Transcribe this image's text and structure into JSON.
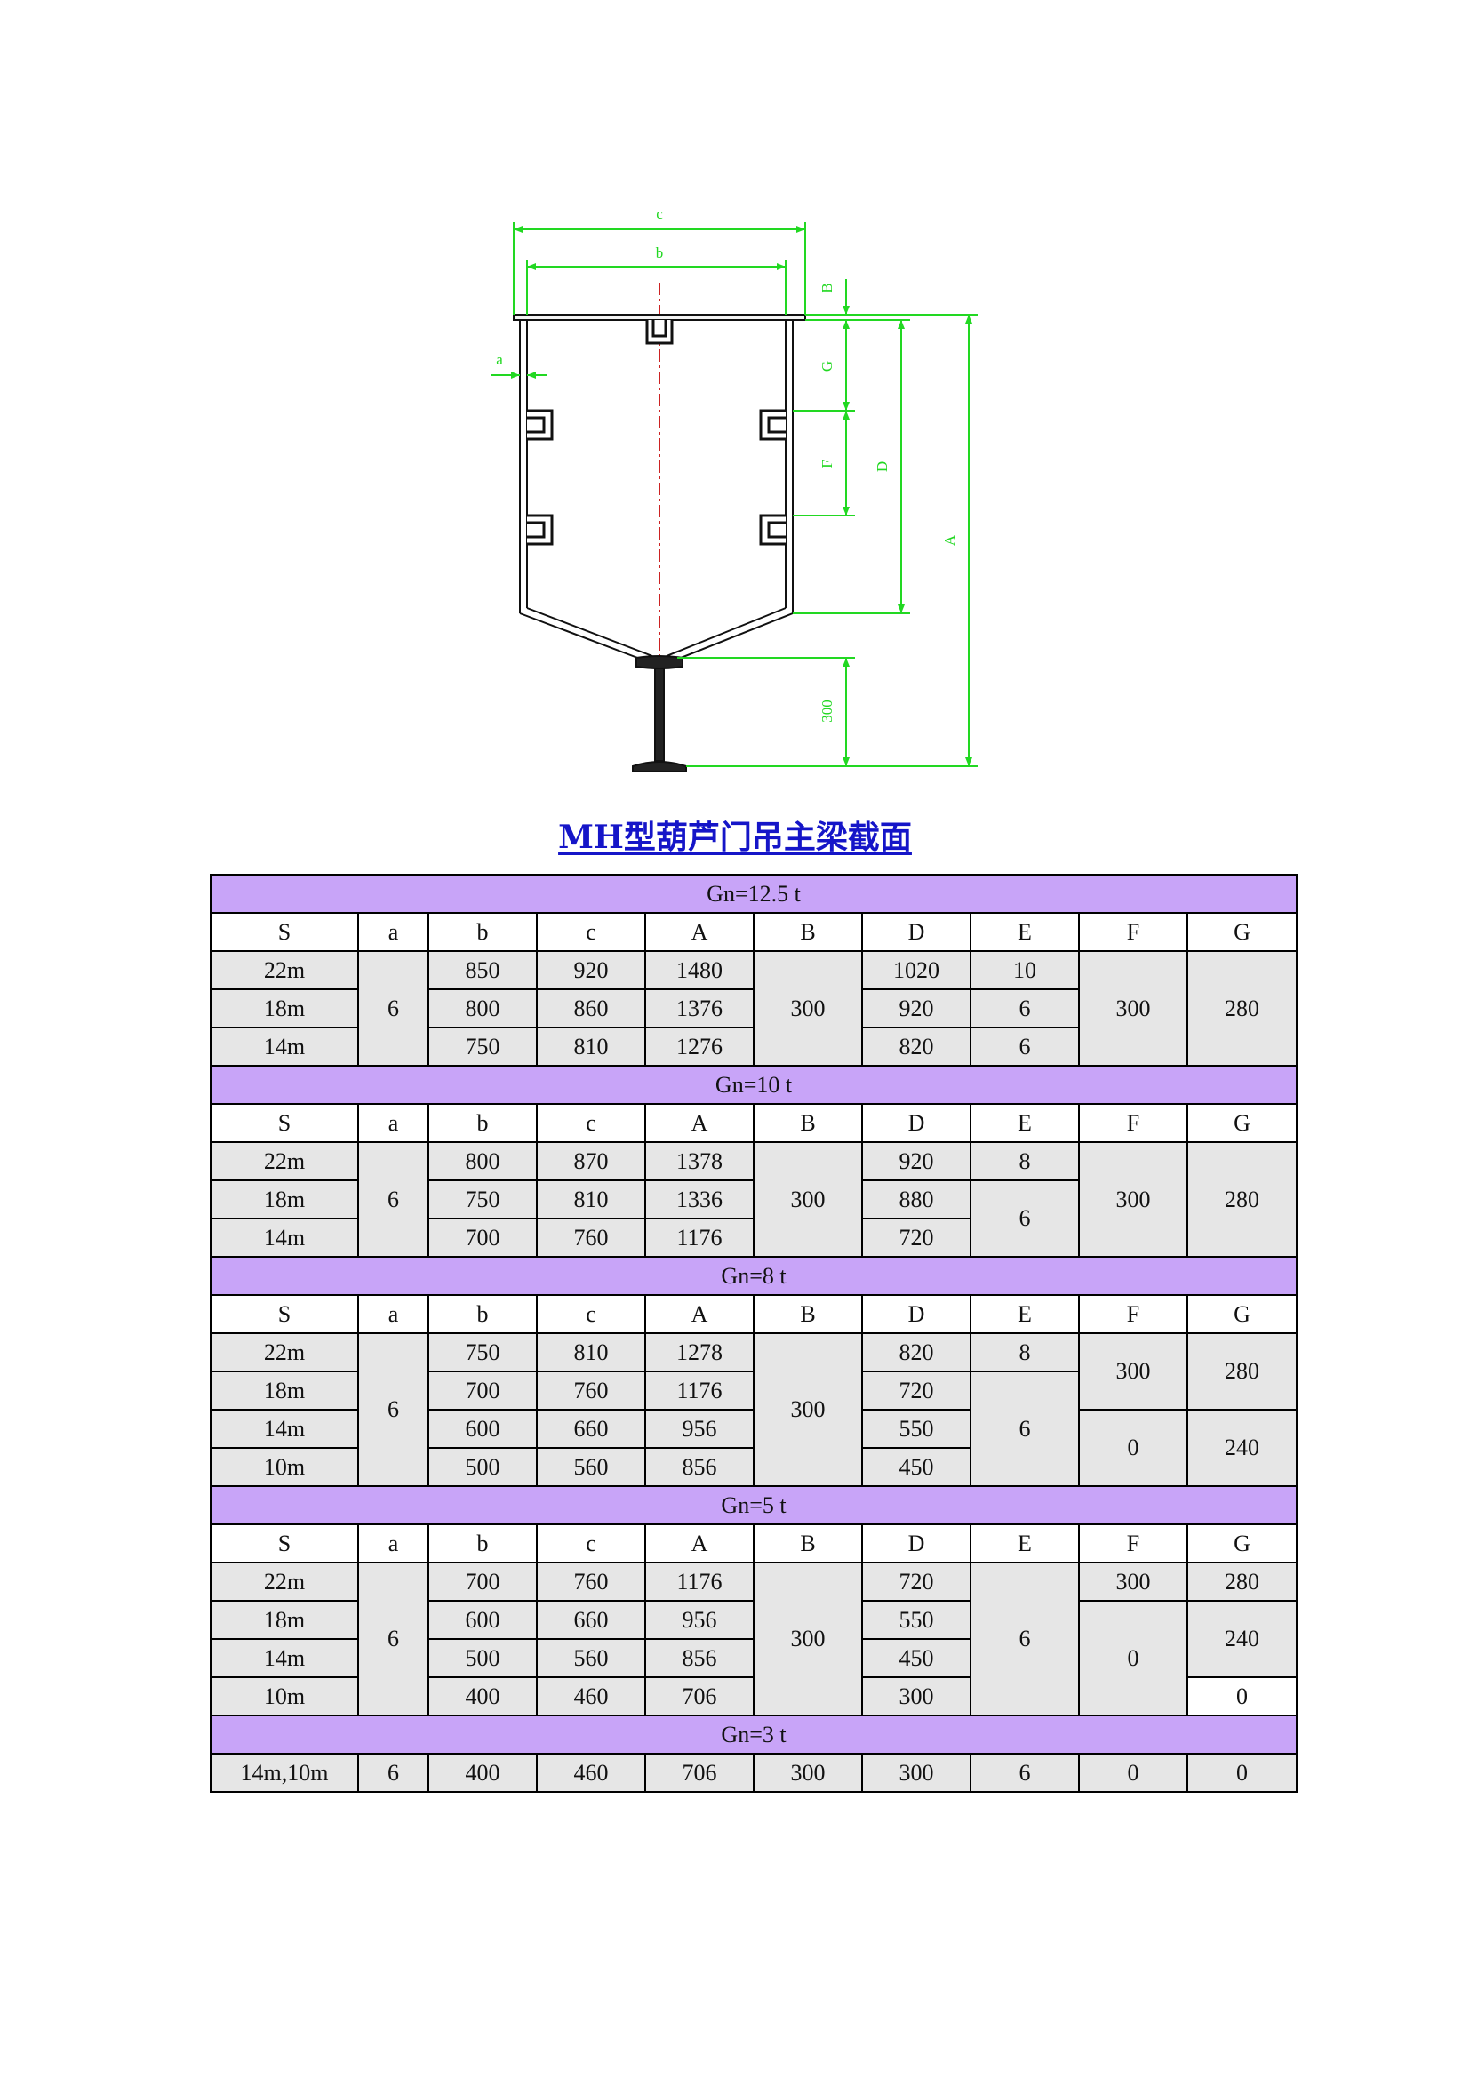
{
  "title": "MH型葫芦门吊主梁截面",
  "drawing": {
    "labels": {
      "c": "c",
      "b": "b",
      "B": "B",
      "G": "G",
      "F": "F",
      "D": "D",
      "A": "A",
      "a": "a",
      "h300": "300"
    },
    "colors": {
      "dim": "#22d822",
      "outline": "#111111",
      "center": "#cc2222"
    }
  },
  "header": [
    "S",
    "a",
    "b",
    "c",
    "A",
    "B",
    "D",
    "E",
    "F",
    "G"
  ],
  "groups": [
    {
      "title": "Gn=12.5 t",
      "rows": [
        {
          "S": "22m",
          "a": "6",
          "b": "850",
          "c": "920",
          "A": "1480",
          "B": "300",
          "D": "1020",
          "E": "10",
          "F": "300",
          "G": "280"
        },
        {
          "S": "18m",
          "b": "800",
          "c": "860",
          "A": "1376",
          "D": "920",
          "E": "6"
        },
        {
          "S": "14m",
          "b": "750",
          "c": "810",
          "A": "1276",
          "D": "820",
          "E": "6"
        }
      ]
    },
    {
      "title": "Gn=10 t",
      "rows": [
        {
          "S": "22m",
          "a": "6",
          "b": "800",
          "c": "870",
          "A": "1378",
          "B": "300",
          "D": "920",
          "E": "8",
          "F": "300",
          "G": "280"
        },
        {
          "S": "18m",
          "b": "750",
          "c": "810",
          "A": "1336",
          "D": "880",
          "E": "6"
        },
        {
          "S": "14m",
          "b": "700",
          "c": "760",
          "A": "1176",
          "D": "720"
        }
      ]
    },
    {
      "title": "Gn=8 t",
      "rows": [
        {
          "S": "22m",
          "a": "6",
          "b": "750",
          "c": "810",
          "A": "1278",
          "B": "300",
          "D": "820",
          "E": "8",
          "F": "300",
          "G": "280"
        },
        {
          "S": "18m",
          "b": "700",
          "c": "760",
          "A": "1176",
          "D": "720",
          "E": "6"
        },
        {
          "S": "14m",
          "b": "600",
          "c": "660",
          "A": "956",
          "D": "550",
          "F": "0",
          "G": "240"
        },
        {
          "S": "10m",
          "b": "500",
          "c": "560",
          "A": "856",
          "D": "450"
        }
      ]
    },
    {
      "title": "Gn=5 t",
      "rows": [
        {
          "S": "22m",
          "a": "6",
          "b": "700",
          "c": "760",
          "A": "1176",
          "B": "300",
          "D": "720",
          "E": "6",
          "F": "300",
          "G": "280"
        },
        {
          "S": "18m",
          "b": "600",
          "c": "660",
          "A": "956",
          "D": "550",
          "F": "0",
          "G": "240"
        },
        {
          "S": "14m",
          "b": "500",
          "c": "560",
          "A": "856",
          "D": "450"
        },
        {
          "S": "10m",
          "b": "400",
          "c": "460",
          "A": "706",
          "D": "300",
          "G": "0"
        }
      ]
    },
    {
      "title": "Gn=3 t",
      "rows": [
        {
          "S": "14m,10m",
          "a": "6",
          "b": "400",
          "c": "460",
          "A": "706",
          "B": "300",
          "D": "300",
          "E": "6",
          "F": "0",
          "G": "0"
        }
      ]
    }
  ]
}
